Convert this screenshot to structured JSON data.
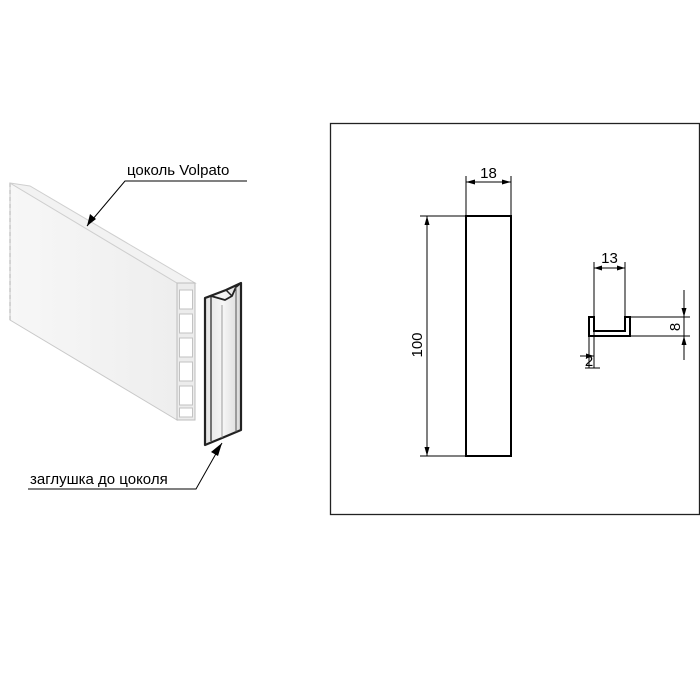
{
  "labels": {
    "plinth": "цоколь Volpato",
    "cap": "заглушка до цоколя"
  },
  "dimensions": {
    "panel_width": "18",
    "panel_height": "100",
    "profile_width": "13",
    "profile_height": "8",
    "wall_thickness": "2"
  }
}
